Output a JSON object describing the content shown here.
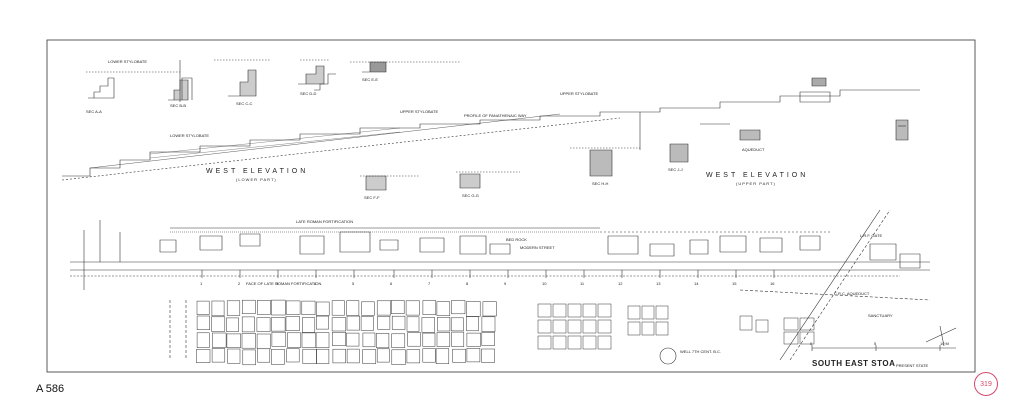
{
  "sheet": {
    "sheet_number": "A 586",
    "stamp": "319"
  },
  "title_block": {
    "title": "SOUTH EAST STOA",
    "subtitle": "PRESENT STATE"
  },
  "elevations": {
    "left": {
      "title": "WEST ELEVATION",
      "subtitle": "(LOWER PART)"
    },
    "right": {
      "title": "WEST ELEVATION",
      "subtitle": "(UPPER PART)"
    }
  },
  "sections": [
    {
      "label": "SEC A-A"
    },
    {
      "label": "SEC B-B"
    },
    {
      "label": "SEC C-C"
    },
    {
      "label": "SEC D-D"
    },
    {
      "label": "SEC E-E"
    },
    {
      "label": "SEC F-F"
    },
    {
      "label": "SEC G-G"
    },
    {
      "label": "SEC H-H"
    },
    {
      "label": "SEC J-J"
    }
  ],
  "annotations": {
    "lower_stylobate": "LOWER STYLOBATE",
    "upper_stylobate": "UPPER STYLOBATE",
    "profile_panathenaic_way": "PROFILE OF PANATHENAIC WAY",
    "late_roman_fortification": "LATE ROMAN FORTIFICATION",
    "face_late_roman_fortification": "FACE OF LATE ROMAN FORTIFICATION",
    "modern_street": "MODERN STREET",
    "bed_rock": "BED ROCK",
    "lre_gate": "L.R.F. GATE",
    "crc_aqueduct": "C.R.C. AQUEDUCT",
    "sanctuary": "SANCTUARY",
    "well": "WELL 7TH CENT. B.C.",
    "aqueduct": "AQUEDUCT"
  },
  "column_numbers": [
    "1",
    "2",
    "3",
    "4",
    "5",
    "6",
    "7",
    "8",
    "9",
    "10",
    "11",
    "12",
    "13",
    "14",
    "15",
    "16"
  ],
  "scale_bar": [
    "0",
    "5",
    "10 M"
  ]
}
